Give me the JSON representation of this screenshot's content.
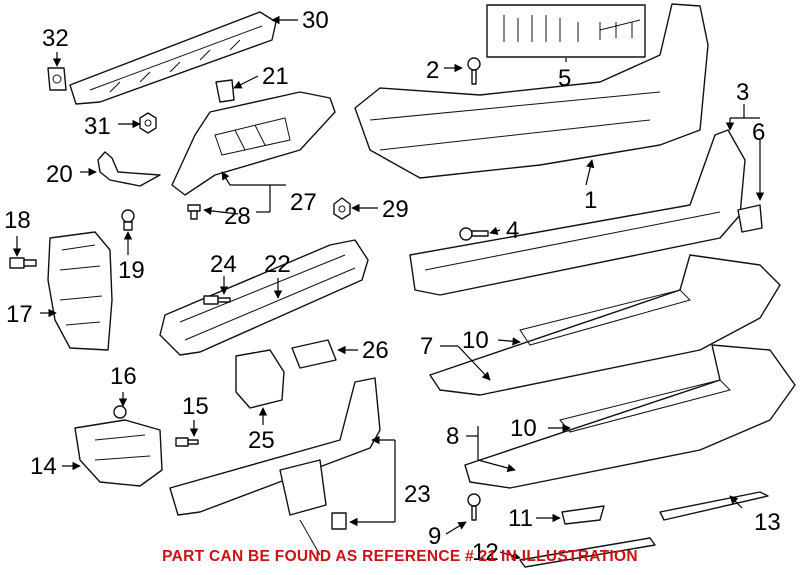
{
  "callouts": {
    "p1": "1",
    "p2": "2",
    "p3": "3",
    "p4": "4",
    "p5": "5",
    "p6": "6",
    "p7": "7",
    "p8": "8",
    "p9": "9",
    "p10a": "10",
    "p10b": "10",
    "p11": "11",
    "p12": "12",
    "p13": "13",
    "p14": "14",
    "p15": "15",
    "p16": "16",
    "p17": "17",
    "p18": "18",
    "p19": "19",
    "p20": "20",
    "p21": "21",
    "p22": "22",
    "p23": "23",
    "p24": "24",
    "p25": "25",
    "p26": "26",
    "p27": "27",
    "p28": "28",
    "p29": "29",
    "p30": "30",
    "p31": "31",
    "p32": "32"
  },
  "footer_note": "PART CAN BE FOUND AS REFERENCE # 21 IN ILLUSTRATION",
  "colors": {
    "line": "#111111",
    "note": "#cc1111",
    "background": "#ffffff"
  }
}
